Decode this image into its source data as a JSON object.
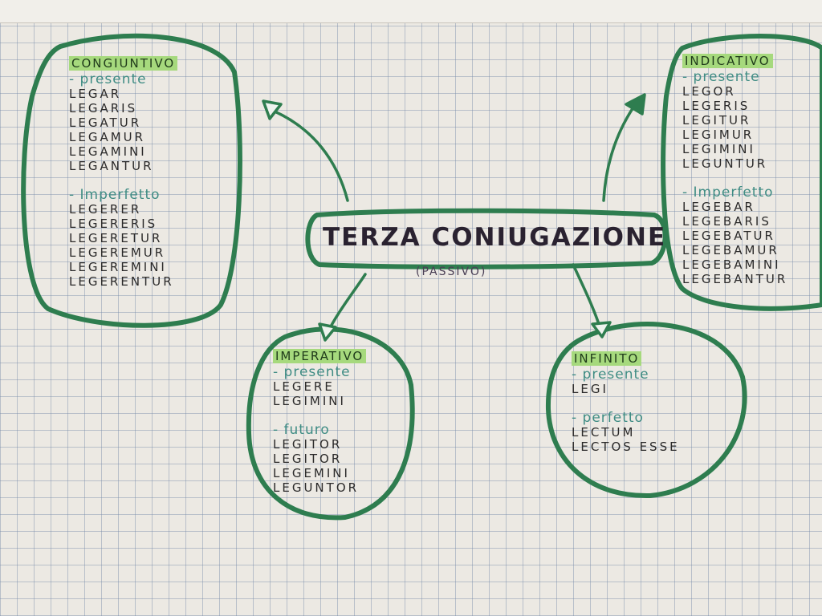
{
  "title": "TERZA CONIUGAZIONE",
  "subtitle": "(PASSIVO)",
  "colors": {
    "outline": "#2e7d4f",
    "highlight": "#a6d97d",
    "subheading": "#3f8c84",
    "ink": "#2b2a2a"
  },
  "congiuntivo": {
    "heading": "CONGIUNTIVO",
    "presente_label": "- presente",
    "presente": [
      "LEGAR",
      "LEGARIS",
      "LEGATUR",
      "LEGAMUR",
      "LEGAMINI",
      "LEGANTUR"
    ],
    "imperfetto_label": "- Imperfetto",
    "imperfetto": [
      "LEGERER",
      "LEGERERIS",
      "LEGERETUR",
      "LEGEREMUR",
      "LEGEREMINI",
      "LEGERENTUR"
    ]
  },
  "indicativo": {
    "heading": "INDICATIVO",
    "presente_label": "- presente",
    "presente": [
      "LEGOR",
      "LEGERIS",
      "LEGITUR",
      "LEGIMUR",
      "LEGIMINI",
      "LEGUNTUR"
    ],
    "imperfetto_label": "- Imperfetto",
    "imperfetto": [
      "LEGEBAR",
      "LEGEBARIS",
      "LEGEBATUR",
      "LEGEBAMUR",
      "LEGEBAMINI",
      "LEGEBANTUR"
    ]
  },
  "imperativo": {
    "heading": "IMPERATIVO",
    "presente_label": "- presente",
    "presente": [
      "LEGERE",
      "LEGIMINI"
    ],
    "futuro_label": "- futuro",
    "futuro": [
      "LEGITOR",
      "LEGITOR",
      "LEGEMINI",
      "LEGUNTOR"
    ]
  },
  "infinito": {
    "heading": "INFINITO",
    "presente_label": "- presente",
    "presente": [
      "LEGI"
    ],
    "perfetto_label": "- perfetto",
    "perfetto": [
      "LECTUM",
      "LECTOS ESSE"
    ]
  }
}
